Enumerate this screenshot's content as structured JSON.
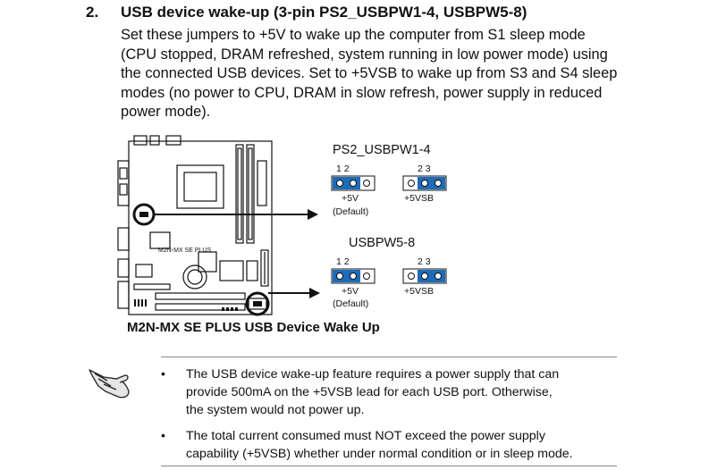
{
  "section": {
    "number": "2.",
    "title": "USB device wake-up (3-pin PS2_USBPW1-4, USBPW5-8)",
    "lines": [
      "Set these jumpers to +5V to wake up the computer from S1 sleep mode",
      "(CPU stopped, DRAM refreshed, system running in low power mode) using",
      "the connected USB devices. Set to +5VSB to wake up from S3 and S4 sleep",
      "modes (no power to CPU, DRAM in slow refresh, power supply in reduced",
      "power mode)."
    ]
  },
  "figure": {
    "board_label": "M2N-MX SE PLUS",
    "jumper1": {
      "name": "PS2_USBPW1-4",
      "left_pins": "1 2",
      "right_pins": "2 3",
      "left_label": "+5V",
      "left_default": "(Default)",
      "right_label": "+5VSB"
    },
    "jumper2": {
      "name": "USBPW5-8",
      "left_pins": "1 2",
      "right_pins": "2 3",
      "left_label": "+5V",
      "left_default": "(Default)",
      "right_label": "+5VSB"
    },
    "caption": "M2N-MX SE PLUS USB Device Wake Up"
  },
  "notes": [
    {
      "bullet": "•",
      "lines": [
        "The USB device wake-up feature requires a power supply that can",
        "provide 500mA on the +5VSB lead for each USB port. Otherwise,",
        "the system would not power up."
      ]
    },
    {
      "bullet": "•",
      "lines": [
        "The total current consumed must NOT exceed the power supply",
        "capability (+5VSB) whether under normal condition or in sleep mode."
      ]
    }
  ],
  "colors": {
    "jumper_cap": "#1e6bb8",
    "text": "#111111",
    "rule": "#888888"
  }
}
